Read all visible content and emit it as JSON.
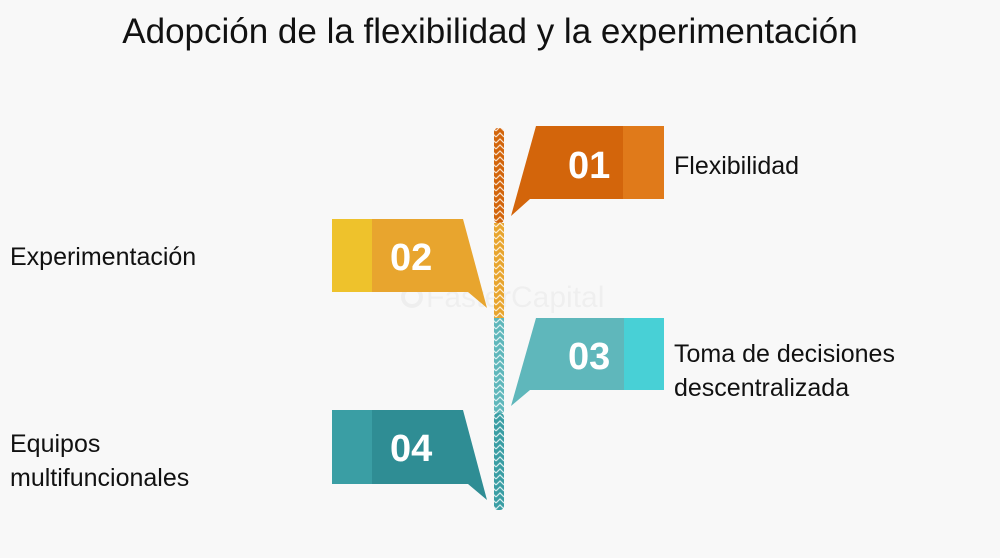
{
  "title": "Adopción de la flexibilidad y la experimentación",
  "watermark": "FasterCapital",
  "steps": [
    {
      "number": "01",
      "label_lines": [
        "Flexibilidad"
      ],
      "color_main": "#d3650b",
      "color_light": "#e07a1a",
      "side": "right"
    },
    {
      "number": "02",
      "label_lines": [
        "Experimentación"
      ],
      "color_main": "#e8a52e",
      "color_light": "#eec22c",
      "side": "left"
    },
    {
      "number": "03",
      "label_lines": [
        "Toma de decisiones",
        "descentralizada"
      ],
      "color_main": "#5fb7bb",
      "color_light": "#48d0d6",
      "side": "right"
    },
    {
      "number": "04",
      "label_lines": [
        "Equipos",
        "multifuncionales"
      ],
      "color_main": "#2f8d94",
      "color_light": "#3a9ea4",
      "side": "left"
    }
  ]
}
